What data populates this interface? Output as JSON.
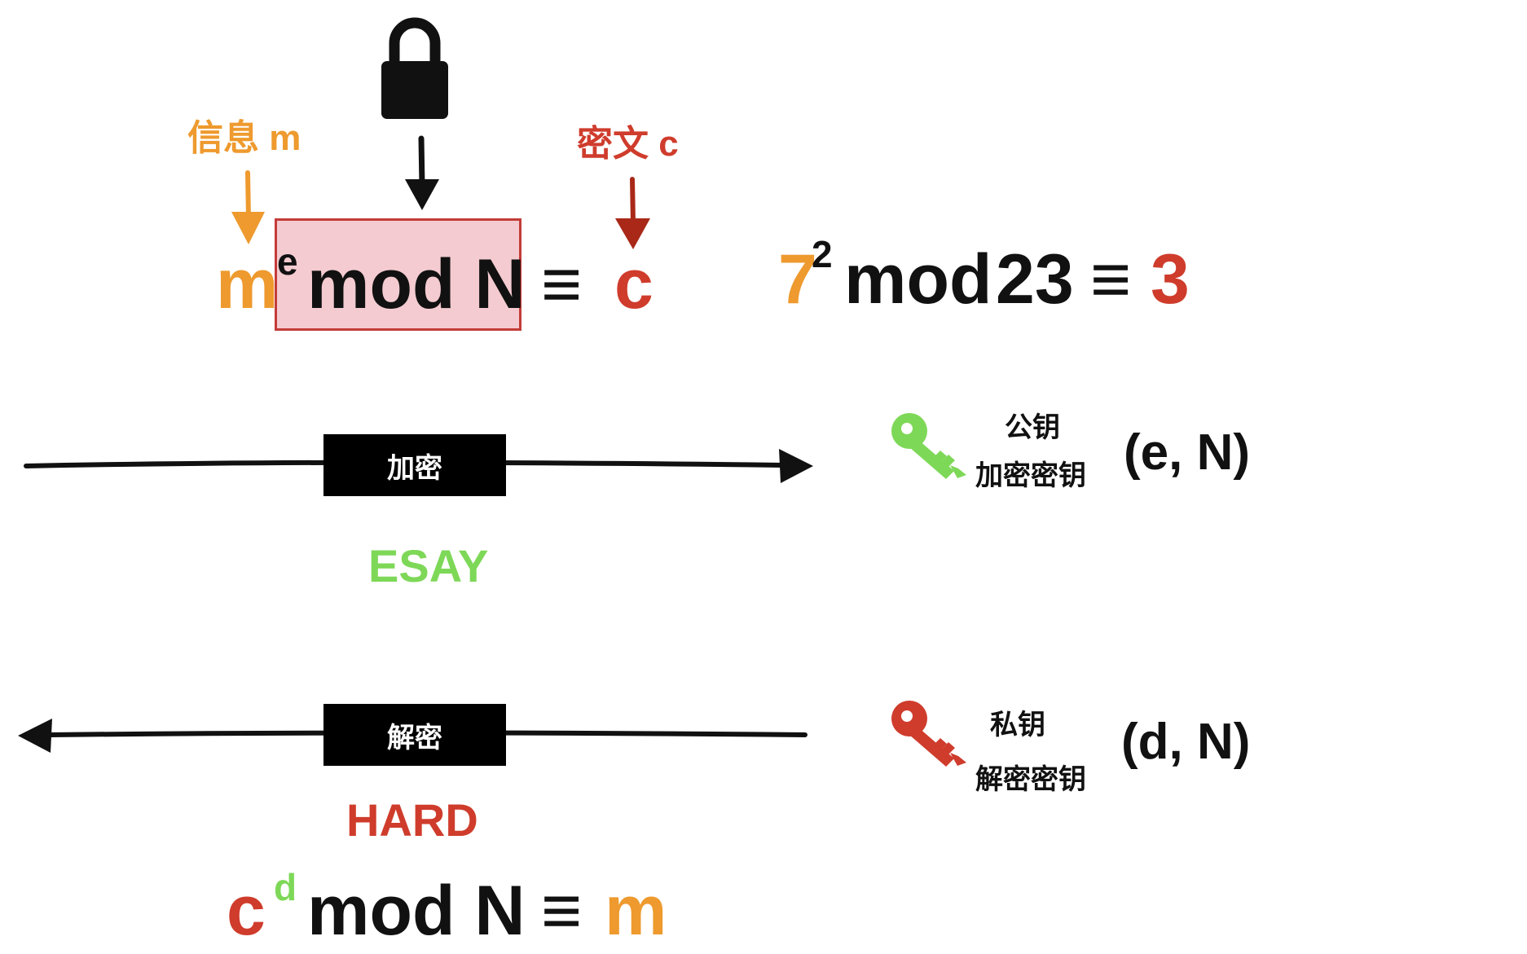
{
  "colors": {
    "orange": "#EE9A2E",
    "red": "#CF3C2C",
    "dark_red": "#A92818",
    "green": "#7ED858",
    "black": "#111111",
    "box_fill": "#F4CBD0",
    "box_border": "#C33C38"
  },
  "top": {
    "message_label": "信息 m",
    "cipher_label": "密文 c",
    "lock_icon": "lock-icon",
    "formula": {
      "m": "m",
      "e": "e",
      "mod_n": "mod N",
      "equiv": "≡",
      "c": "c"
    },
    "example": {
      "base": "7",
      "exp": "2",
      "mod": "mod",
      "n": "23",
      "equiv": "≡",
      "result": "3"
    }
  },
  "encrypt": {
    "bar_label": "加密",
    "difficulty": "ESAY",
    "key_icon": "key-icon-green",
    "key_title": "公钥",
    "key_subtitle": "加密密钥",
    "pair": "(e, N)"
  },
  "decrypt": {
    "bar_label": "解密",
    "difficulty": "HARD",
    "key_icon": "key-icon-red",
    "key_title": "私钥",
    "key_subtitle": "解密密钥",
    "pair": "(d, N)",
    "formula": {
      "c": "c",
      "d": "d",
      "mod_n": "mod N",
      "equiv": "≡",
      "m": "m"
    }
  }
}
